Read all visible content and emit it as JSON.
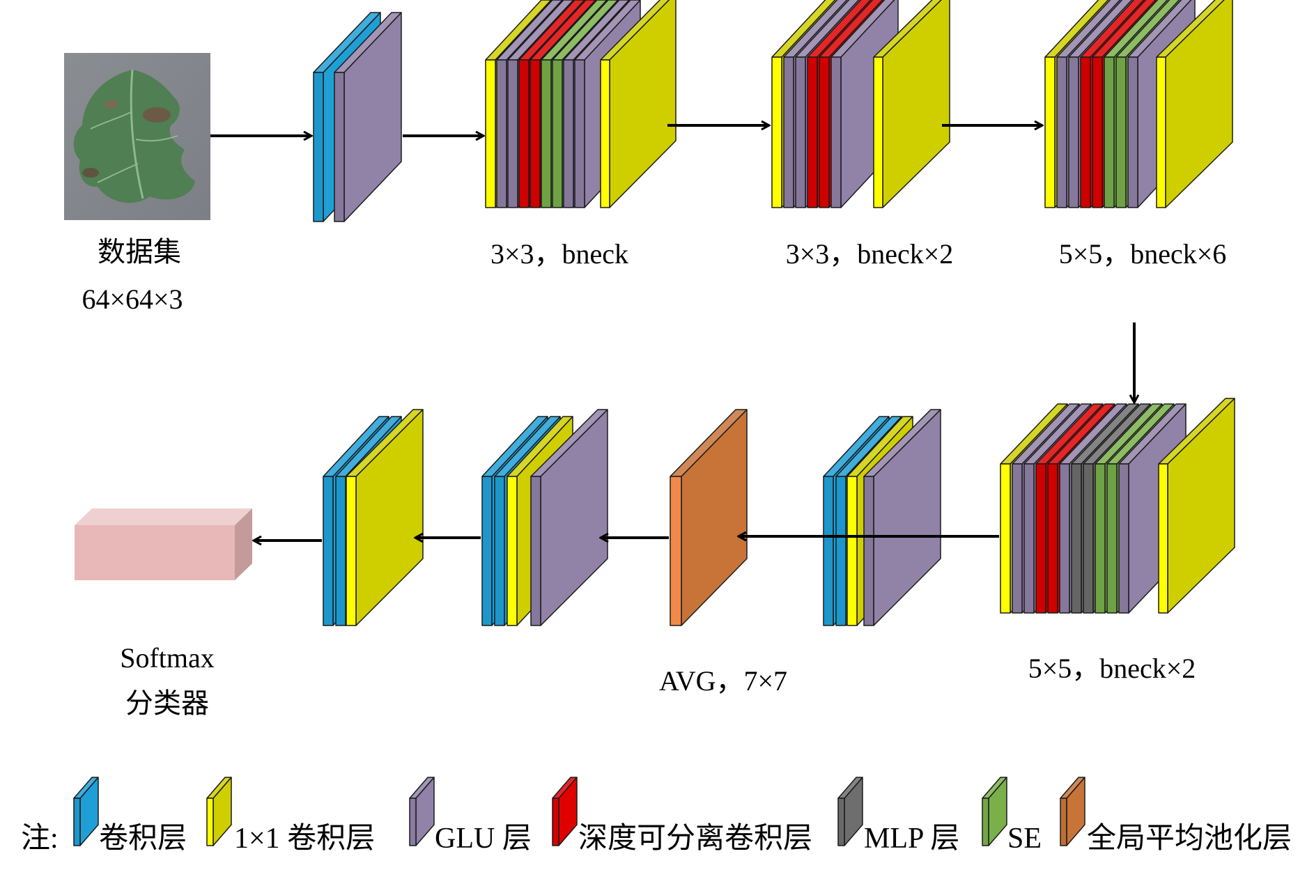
{
  "colors": {
    "conv": "#1e9fd6",
    "conv1x1": "#cfcf00",
    "glu": "#9182a8",
    "depthwise": "#e00000",
    "mlp": "#6e6e6e",
    "se": "#79b04a",
    "gap": "#c87438",
    "yellow_edge": "#ffff00",
    "softmax_box": "#e8b7b7"
  },
  "input_image": {
    "icon": "tomato-leaf-image"
  },
  "labels": {
    "dataset_name": "数据集",
    "dataset_size": "64×64×3",
    "block1": "3×3，bneck",
    "block2": "3×3，bneck×2",
    "block3": "5×5，bneck×6",
    "block4": "5×5，bneck×2",
    "avg": "AVG，7×7",
    "softmax": "Softmax",
    "classifier": "分类器"
  },
  "legend": {
    "prefix": "注:",
    "items": [
      {
        "key": "conv",
        "label": "卷积层"
      },
      {
        "key": "conv1x1",
        "label": "1×1 卷积层"
      },
      {
        "key": "glu",
        "label": "GLU 层"
      },
      {
        "key": "depthwise",
        "label": "深度可分离卷积层"
      },
      {
        "key": "mlp",
        "label": "MLP 层"
      },
      {
        "key": "se",
        "label": "SE"
      },
      {
        "key": "gap",
        "label": "全局平均池化层"
      }
    ]
  }
}
